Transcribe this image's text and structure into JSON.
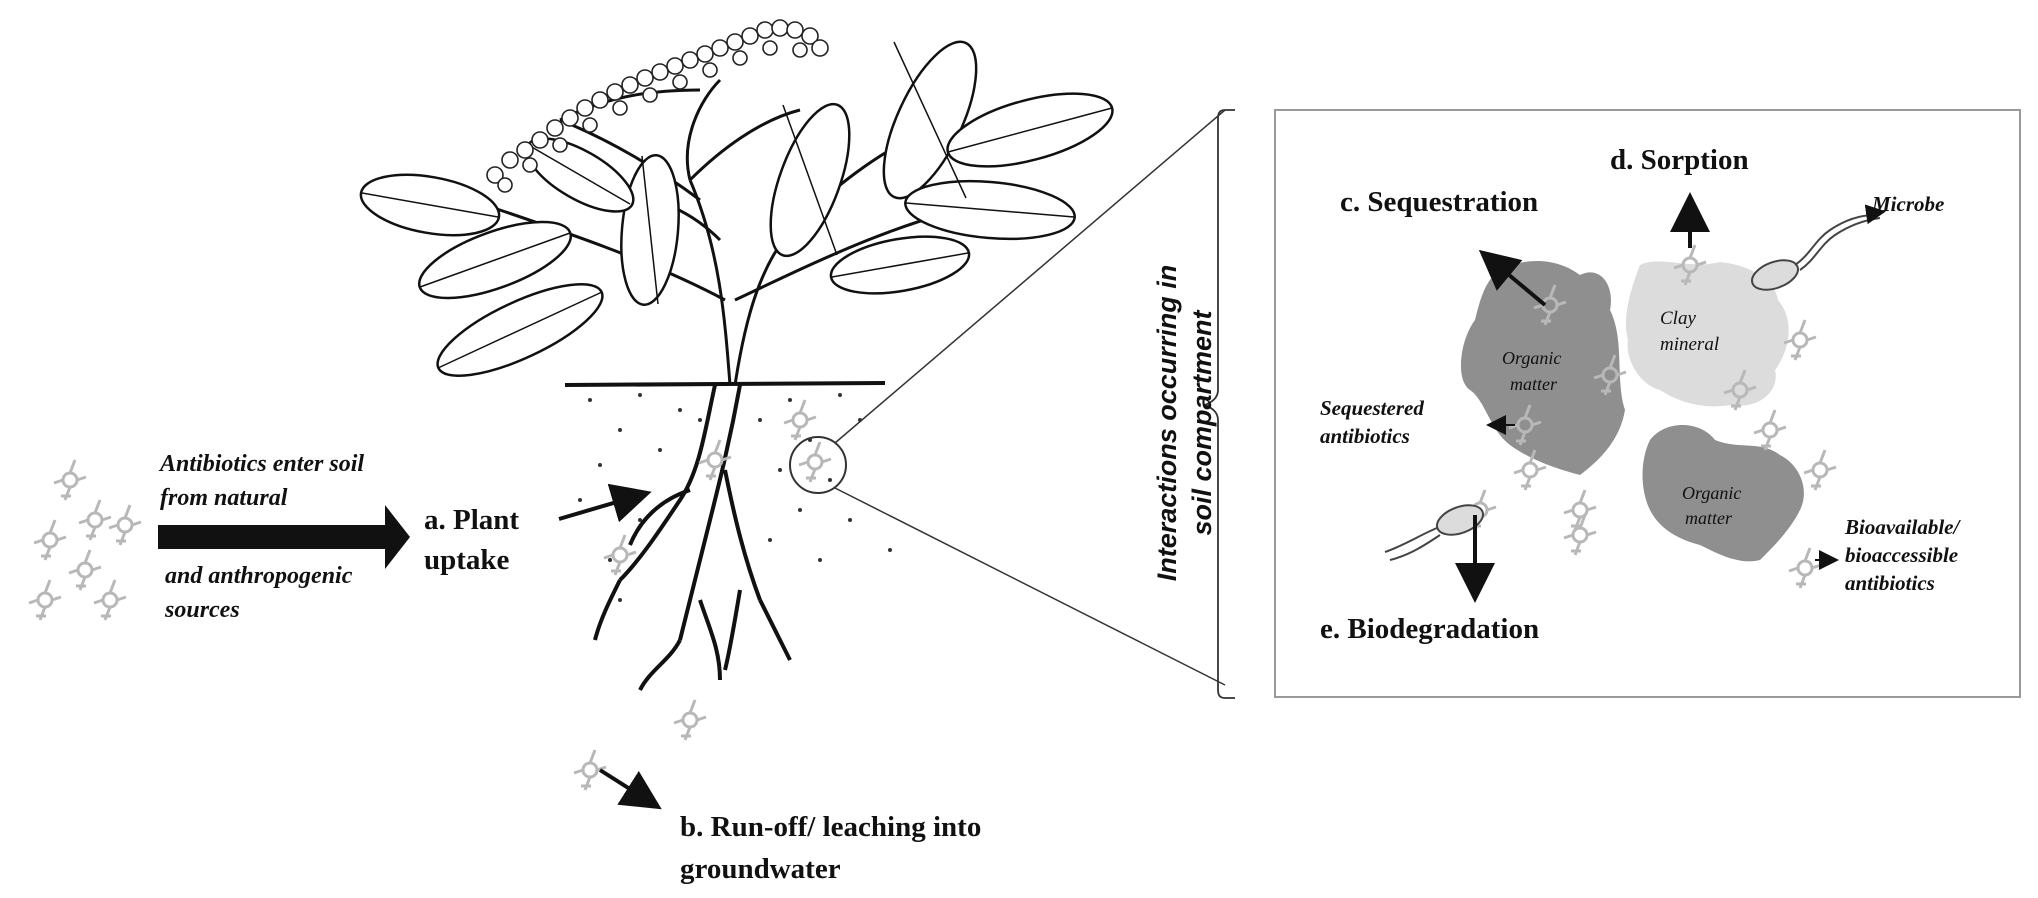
{
  "labels": {
    "enter_line1": "Antibiotics enter soil",
    "enter_line2": "from natural",
    "enter_line3": "and anthropogenic",
    "enter_line4": "sources",
    "plant_uptake_line1": "a.  Plant",
    "plant_uptake_line2": "uptake",
    "runoff_line1": "b.  Run-off/ leaching into",
    "runoff_line2": "groundwater",
    "interactions_line1": "Interactions occurring in",
    "interactions_line2": "soil compartment",
    "sequestration": "c.  Sequestration",
    "sorption": "d.  Sorption",
    "microbe": "Microbe",
    "clay_line1": "Clay",
    "clay_line2": "mineral",
    "organic1_line1": "Organic",
    "organic1_line2": "matter",
    "organic2_line1": "Organic",
    "organic2_line2": "matter",
    "sequestered_line1": "Sequestered",
    "sequestered_line2": "antibiotics",
    "bioavailable_line1": "Bioavailable/",
    "bioavailable_line2": "bioaccessible",
    "bioavailable_line3": "antibiotics",
    "biodegradation": "e.  Biodegradation"
  },
  "colors": {
    "organic_matter": "#8f8f8f",
    "clay_mineral": "#dcdcdc",
    "molecule": "#b8b8b8",
    "ink": "#111111"
  }
}
